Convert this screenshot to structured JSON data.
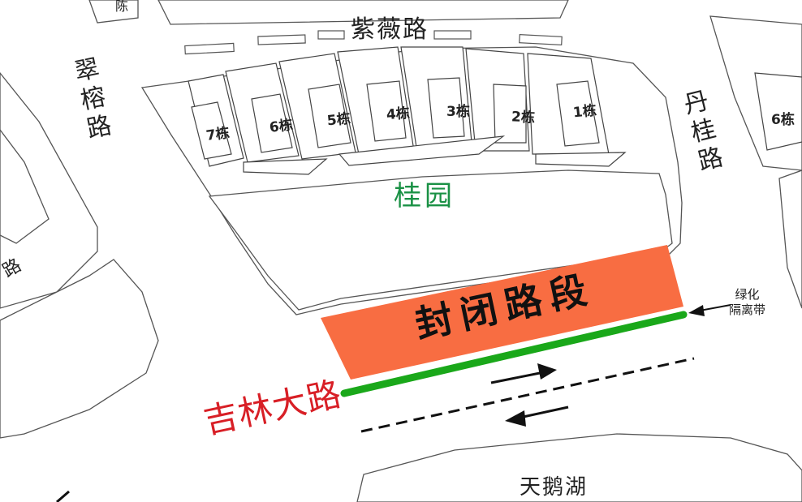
{
  "roads": {
    "ziwei": "紫薇路",
    "cuirong": "翠榕路",
    "dangui": "丹桂路",
    "jilin": "吉林大路",
    "partial_left": "路",
    "partial_top": "陈"
  },
  "district": {
    "name": "桂园"
  },
  "buildings": [
    {
      "label": "7栋"
    },
    {
      "label": "6栋"
    },
    {
      "label": "5栋"
    },
    {
      "label": "4栋"
    },
    {
      "label": "3栋"
    },
    {
      "label": "2栋"
    },
    {
      "label": "1栋"
    }
  ],
  "right_building": {
    "label": "6栋"
  },
  "closure": {
    "label": "封闭路段",
    "color": "#f86d42"
  },
  "green_belt": {
    "label_line1": "绿化",
    "label_line2": "隔离带",
    "color": "#1aa81a"
  },
  "lake": {
    "name": "天鹅湖"
  },
  "colors": {
    "district": "#1a9145",
    "road_highlight": "#d81f26"
  }
}
